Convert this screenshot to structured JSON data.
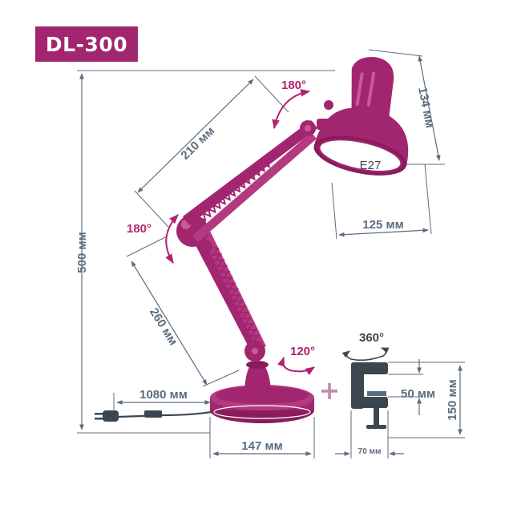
{
  "model": "DL-300",
  "colors": {
    "accent": "#a2266f",
    "dimension": "#5a6c7f",
    "clamp": "#3c4650"
  },
  "dimensions": {
    "total_height": "500 мм",
    "upper_arm": "210 мм",
    "lower_arm": "260 мм",
    "shade_height": "134 мм",
    "shade_diameter": "125 мм",
    "base_diameter": "147 мм",
    "cord_length": "1080 мм",
    "clamp_opening": "50 мм",
    "clamp_height": "150 мм",
    "clamp_width": "70 мм"
  },
  "angles": {
    "head": "180°",
    "elbow": "180°",
    "base": "120°",
    "clamp": "360°"
  },
  "socket": "E27",
  "plus_sign": "+"
}
